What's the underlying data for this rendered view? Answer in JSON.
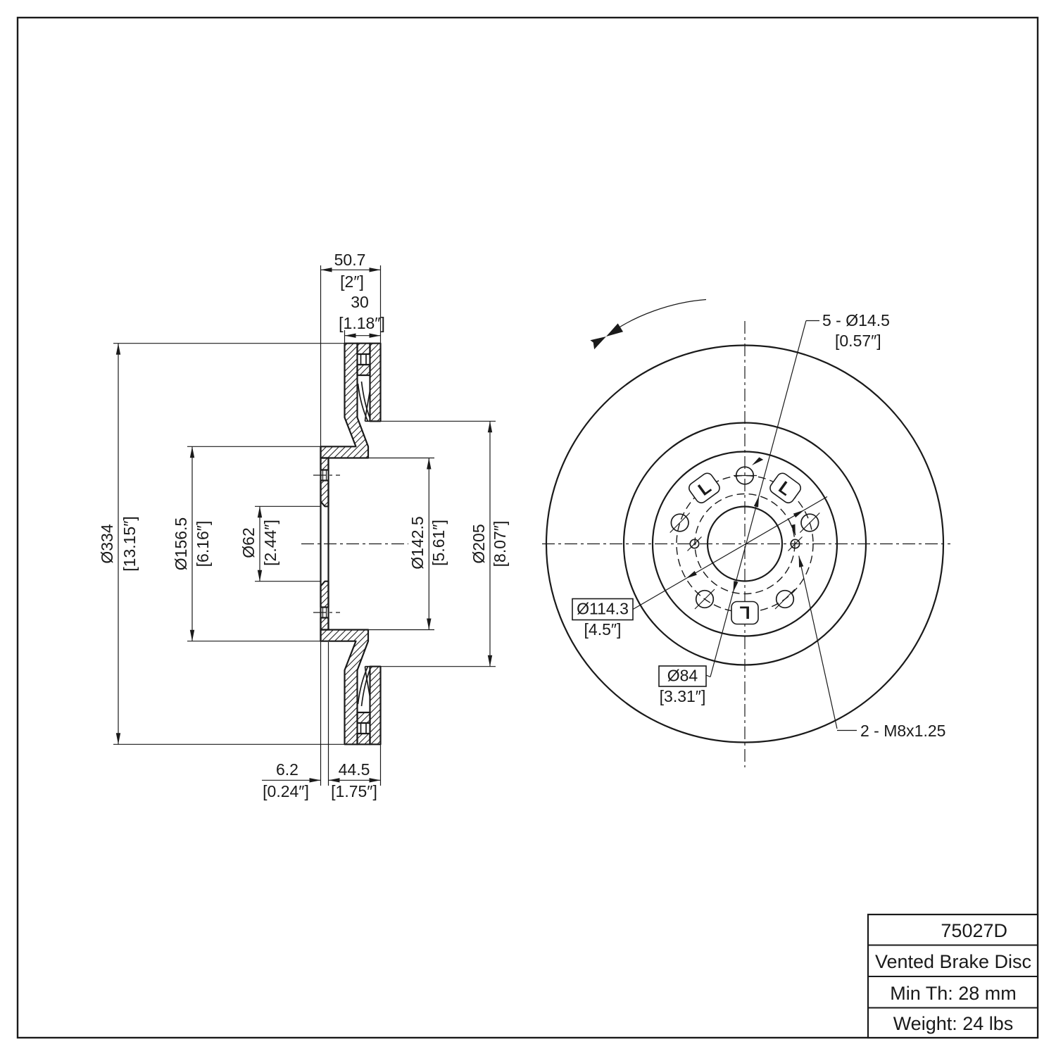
{
  "section_view": {
    "dims": {
      "overall_width": {
        "mm": "50.7",
        "in": "[2″]"
      },
      "band_width": {
        "mm": "30",
        "in": "[1.18″]"
      },
      "outer_diameter": {
        "mm": "Ø334",
        "in": "[13.15″]"
      },
      "hat_outer_diameter": {
        "mm": "Ø156.5",
        "in": "[6.16″]"
      },
      "center_bore": {
        "mm": "Ø62",
        "in": "[2.44″]"
      },
      "hat_inner_diameter": {
        "mm": "Ø142.5",
        "in": "[5.61″]"
      },
      "braking_inner_diameter": {
        "mm": "Ø205",
        "in": "[8.07″]"
      },
      "flange_thickness": {
        "mm": "6.2",
        "in": "[0.24″]"
      },
      "inner_width": {
        "mm": "44.5",
        "in": "[1.75″]"
      }
    }
  },
  "front_view": {
    "labels": {
      "lug_holes": {
        "text": "5 - Ø14.5",
        "in": "[0.57″]"
      },
      "bolt_circle": {
        "mm": "Ø114.3",
        "in": "[4.5″]"
      },
      "pilot_circle": {
        "mm": "Ø84",
        "in": "[3.31″]"
      },
      "thread_holes": "2 - M8x1.25",
      "stamp": "L"
    }
  },
  "title_block": {
    "part_number": "75027D",
    "description": "Vented Brake Disc",
    "min_thickness": "Min Th: 28 mm",
    "weight": "Weight: 24 lbs"
  }
}
